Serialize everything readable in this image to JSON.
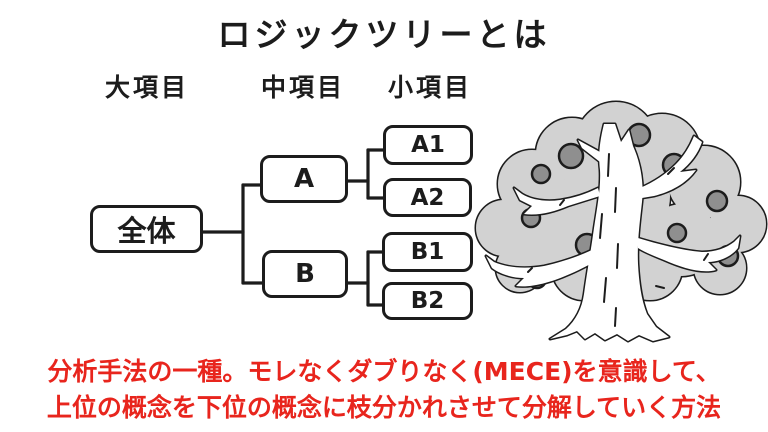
{
  "title": "ロジックツリーとは",
  "diagram": {
    "column_headers": [
      {
        "label": "大項目"
      },
      {
        "label": "中項目"
      },
      {
        "label": "小項目"
      }
    ],
    "nodes": {
      "root": {
        "label": "全体"
      },
      "a": {
        "label": "A"
      },
      "b": {
        "label": "B"
      },
      "a1": {
        "label": "A1"
      },
      "a2": {
        "label": "A2"
      },
      "b1": {
        "label": "B1"
      },
      "b2": {
        "label": "B2"
      }
    }
  },
  "illustration": {
    "name": "apple-tree",
    "foliage_color": "#d2d2d2",
    "fruit_color": "#8f8f8f",
    "trunk_color": "#ffffff",
    "outline_color": "#1c1c1c"
  },
  "footnote": {
    "line1": "分析手法の一種。モレなくダブりなく(MECE)を意識して、",
    "line2": "上位の概念を下位の概念に枝分かれさせて分解していく方法",
    "color": "#e8251d"
  },
  "colors": {
    "ink": "#1c1c1c",
    "background": "#ffffff"
  }
}
